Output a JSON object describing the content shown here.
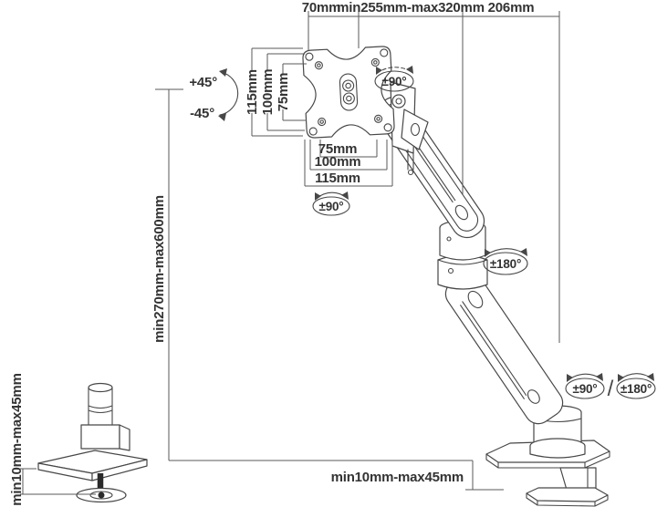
{
  "colors": {
    "background": "#ffffff",
    "line": "#474747",
    "dimension_line": "#5a5a5a",
    "text": "#333333"
  },
  "dimensions": {
    "top_arm_front": "70mm",
    "top_arm_extension": "min255mm-max320mm",
    "top_arm_rear": "206mm",
    "height_range": "min270mm-max600mm",
    "vesa_left": [
      "115mm",
      "100mm",
      "75mm"
    ],
    "vesa_bottom": [
      "75mm",
      "100mm",
      "115mm"
    ],
    "clamp_thickness": "min10mm-max45mm",
    "grommet_thickness": "min10mm-max45mm"
  },
  "rotations": {
    "tilt_up": "+45°",
    "tilt_down": "-45°",
    "head_swivel": "±90°",
    "vesa_rotation": "±90°",
    "elbow_swivel": "±180°",
    "base_swivel_a": "±90°",
    "base_swivel_separator": "/",
    "base_swivel_b": "±180°"
  }
}
